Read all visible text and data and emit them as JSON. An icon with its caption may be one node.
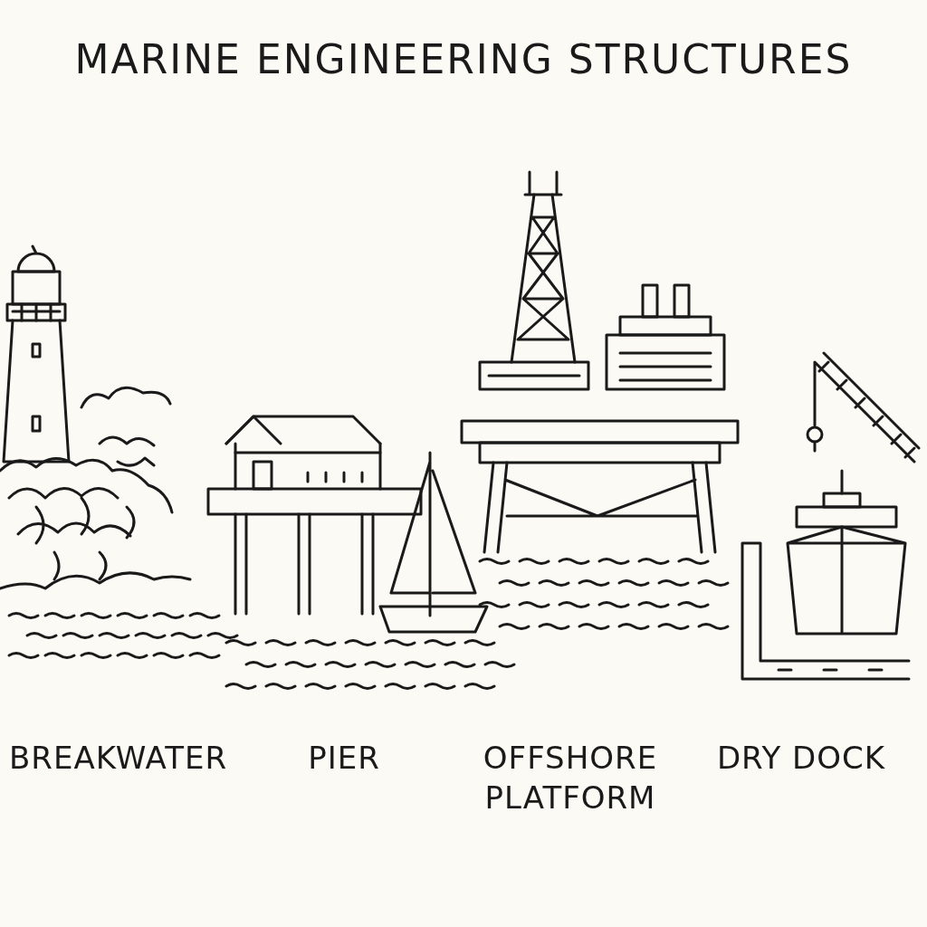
{
  "diagram": {
    "title": "MARINE ENGINEERING STRUCTURES",
    "labels": [
      "BREAKWATER",
      "PIER",
      "OFFSHORE PLATFORM",
      "DRY DOCK"
    ]
  }
}
